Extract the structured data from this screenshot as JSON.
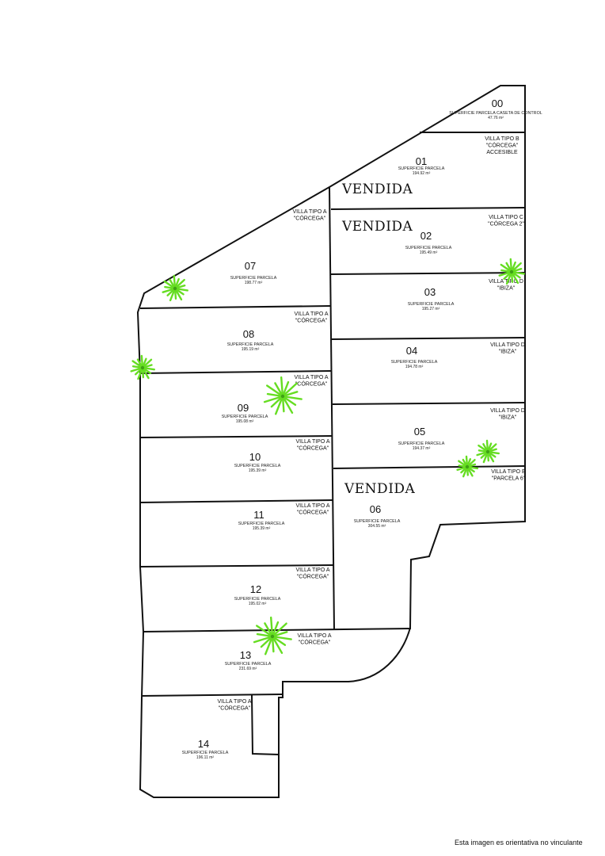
{
  "sold_label": "VENDIDA",
  "disclaimer": "Esta imagen es orientativa no vinculante",
  "colors": {
    "lines": "#111111",
    "palm": "#66dd22"
  },
  "parcels": [
    {
      "id": "parcel-00",
      "number": "00",
      "label": "SUPERFICIE PARCELA CASETA DE CONTROL",
      "area": "47.76 m²",
      "villa": [],
      "sold": false
    },
    {
      "id": "parcel-01",
      "number": "01",
      "label": "SUPERFICIE PARCELA",
      "area": "194.92 m²",
      "villa": [
        "VILLA TIPO B",
        "\"CÓRCEGA\"",
        "ACCESIBLE"
      ],
      "sold": true
    },
    {
      "id": "parcel-02",
      "number": "02",
      "label": "SUPERFICIE PARCELA",
      "area": "195.49 m²",
      "villa": [
        "VILLA TIPO C",
        "\"CÓRCEGA 2\""
      ],
      "sold": true
    },
    {
      "id": "parcel-03",
      "number": "03",
      "label": "SUPERFICIE PARCELA",
      "area": "195.27 m²",
      "villa": [
        "VILLA TIPO D",
        "\"IBIZA\""
      ],
      "sold": false
    },
    {
      "id": "parcel-04",
      "number": "04",
      "label": "SUPERFICIE PARCELA",
      "area": "194.78 m²",
      "villa": [
        "VILLA TIPO D",
        "\"IBIZA\""
      ],
      "sold": false
    },
    {
      "id": "parcel-05",
      "number": "05",
      "label": "SUPERFICIE PARCELA",
      "area": "194.37 m²",
      "villa": [
        "VILLA TIPO D",
        "\"IBIZA\""
      ],
      "sold": false
    },
    {
      "id": "parcel-06",
      "number": "06",
      "label": "SUPERFICIE PARCELA",
      "area": "304.55 m²",
      "villa": [
        "VILLA TIPO E",
        "\"PARCELA 6\""
      ],
      "sold": true
    },
    {
      "id": "parcel-07",
      "number": "07",
      "label": "SUPERFICIE PARCELA",
      "area": "198.77 m²",
      "villa": [
        "VILLA TIPO A",
        "\"CÓRCEGA\""
      ],
      "sold": false
    },
    {
      "id": "parcel-08",
      "number": "08",
      "label": "SUPERFICIE PARCELA",
      "area": "195.19 m²",
      "villa": [
        "VILLA TIPO A",
        "\"CÓRCEGA\""
      ],
      "sold": false
    },
    {
      "id": "parcel-09",
      "number": "09",
      "label": "SUPERFICIE PARCELA",
      "area": "195.08 m²",
      "villa": [
        "VILLA TIPO A",
        "\"CÓRCEGA\""
      ],
      "sold": false
    },
    {
      "id": "parcel-10",
      "number": "10",
      "label": "SUPERFICIE PARCELA",
      "area": "195.39 m²",
      "villa": [
        "VILLA TIPO A",
        "\"CÓRCEGA\""
      ],
      "sold": false
    },
    {
      "id": "parcel-11",
      "number": "11",
      "label": "SUPERFICIE PARCELA",
      "area": "195.39 m²",
      "villa": [
        "VILLA TIPO A",
        "\"CÓRCEGA\""
      ],
      "sold": false
    },
    {
      "id": "parcel-12",
      "number": "12",
      "label": "SUPERFICIE PARCELA",
      "area": "195.02 m²",
      "villa": [
        "VILLA TIPO A",
        "\"CÓRCEGA\""
      ],
      "sold": false
    },
    {
      "id": "parcel-13",
      "number": "13",
      "label": "SUPERFICIE PARCELA",
      "area": "231.69 m²",
      "villa": [
        "VILLA TIPO A",
        "\"CÓRCEGA\""
      ],
      "sold": false
    },
    {
      "id": "parcel-14",
      "number": "14",
      "label": "SUPERFICIE PARCELA",
      "area": "196.11 m²",
      "villa": [
        "VILLA TIPO A",
        "\"CÓRCEGA\""
      ],
      "sold": false
    }
  ]
}
